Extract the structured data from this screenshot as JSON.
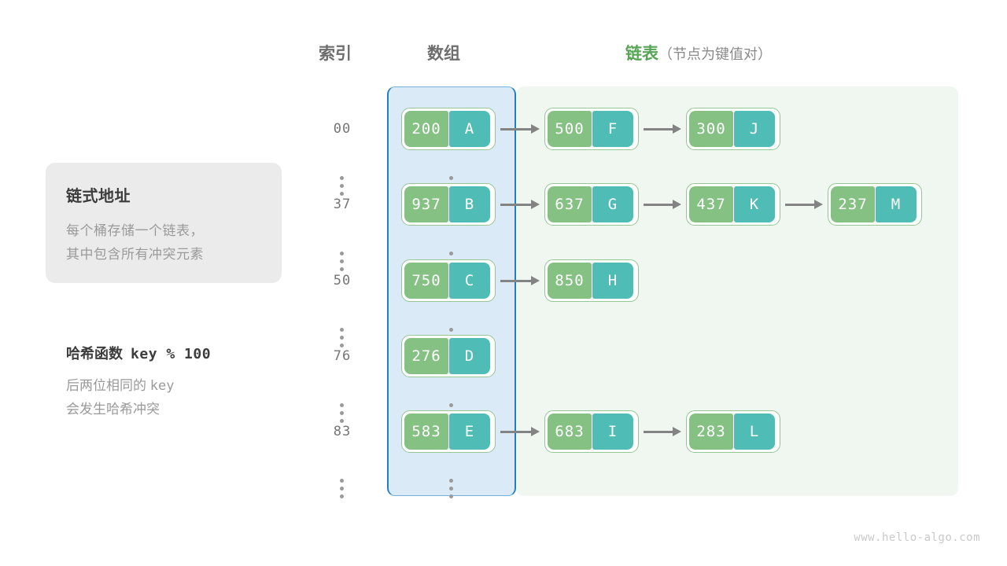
{
  "headers": {
    "index": "索引",
    "array": "数组",
    "list_accent": "链表",
    "list_sub": "（节点为键值对）"
  },
  "info_card": {
    "title": "链式地址",
    "line1": "每个桶存储一个链表，",
    "line2": "其中包含所有冲突元素"
  },
  "hash_block": {
    "title_label": "哈希函数",
    "title_expr": "key % 100",
    "line1_text": "后两位相同的",
    "line1_mono": "key",
    "line2": "会发生哈希冲突"
  },
  "colors": {
    "array_panel_bg": "#dbeaf7",
    "array_panel_border": "#1f7fc4",
    "list_panel_bg": "#f0f7f0",
    "node_key": "#84c183",
    "node_value": "#4fbdb5",
    "node_border": "#94c794",
    "arrow": "#838383",
    "accent_green": "#56a656",
    "card_bg": "#ebebeb",
    "text_gray": "#9a9a9a"
  },
  "rows": [
    {
      "index": "00",
      "bucket": {
        "key": "200",
        "value": "A"
      },
      "chain": [
        {
          "key": "500",
          "value": "F"
        },
        {
          "key": "300",
          "value": "J"
        }
      ]
    },
    {
      "index": "37",
      "bucket": {
        "key": "937",
        "value": "B"
      },
      "chain": [
        {
          "key": "637",
          "value": "G"
        },
        {
          "key": "437",
          "value": "K"
        },
        {
          "key": "237",
          "value": "M"
        }
      ]
    },
    {
      "index": "50",
      "bucket": {
        "key": "750",
        "value": "C"
      },
      "chain": [
        {
          "key": "850",
          "value": "H"
        }
      ]
    },
    {
      "index": "76",
      "bucket": {
        "key": "276",
        "value": "D"
      },
      "chain": []
    },
    {
      "index": "83",
      "bucket": {
        "key": "583",
        "value": "E"
      },
      "chain": [
        {
          "key": "683",
          "value": "I"
        },
        {
          "key": "283",
          "value": "L"
        }
      ]
    }
  ],
  "watermark": "www.hello-algo.com"
}
